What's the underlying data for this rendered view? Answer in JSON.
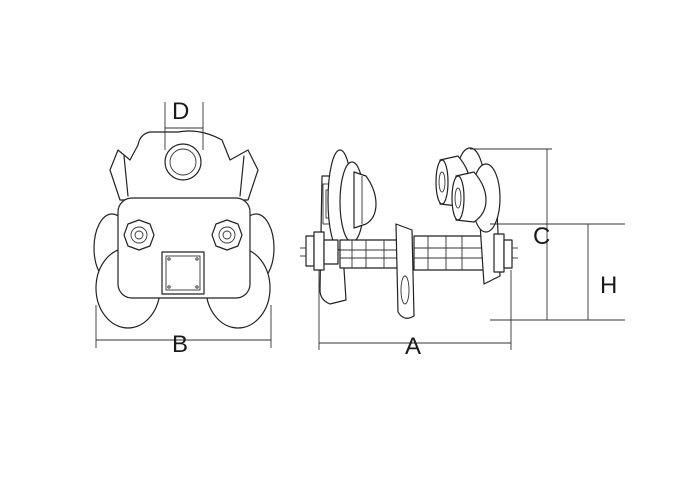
{
  "diagram": {
    "labels": {
      "A": "A",
      "B": "B",
      "C": "C",
      "D": "D",
      "H": "H"
    },
    "colors": {
      "line": "#222222",
      "background": "#ffffff"
    }
  }
}
